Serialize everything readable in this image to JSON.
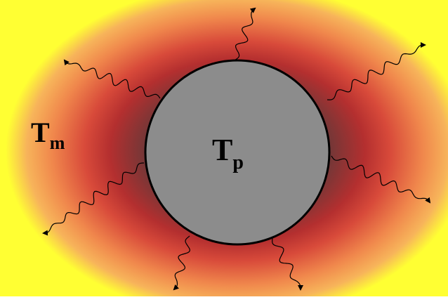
{
  "labels": {
    "particle_symbol": "T",
    "particle_subscript": "p",
    "medium_symbol": "T",
    "medium_subscript": "m"
  },
  "colors": {
    "particle_fill": "#8c8c8c",
    "particle_outline": "#000000",
    "medium_core": "#5e3a3a",
    "medium_mid": "#c62f2f",
    "medium_outer": "#f08a4a",
    "medium_edge": "#ffff33",
    "wave_color": "#000000",
    "background": "#ffffff"
  },
  "icons": {
    "wave_arrow": "wavy-arrow-icon"
  }
}
